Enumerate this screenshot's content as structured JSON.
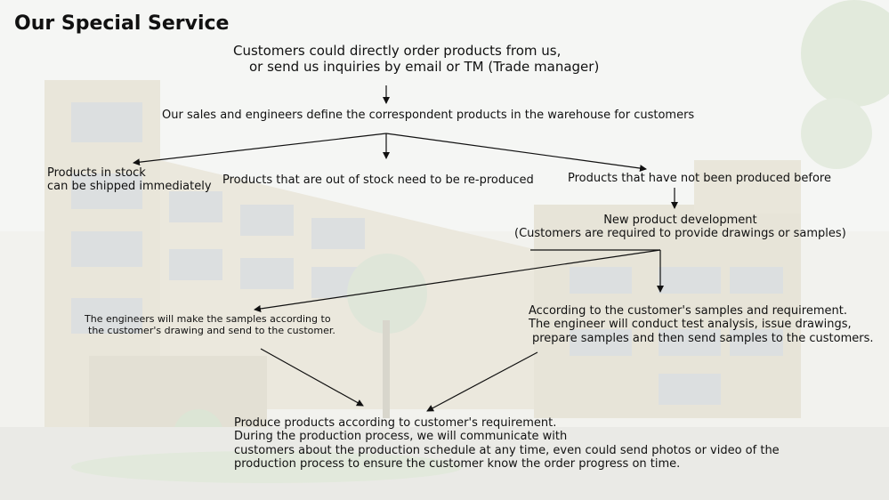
{
  "title": "Our Special Service",
  "steps": {
    "order": {
      "line1": "Customers could directly order products from us,",
      "line2": "or send us inquiries by email or TM (Trade manager)"
    },
    "define": "Our sales and engineers  define the correspondent products in the warehouse for customers",
    "in_stock": {
      "line1": "Products in stock",
      "line2": "can be shipped immediately"
    },
    "out_of_stock": "Products that are out of stock need to be re-produced",
    "not_produced": "Products that have not been produced before",
    "new_dev": {
      "line1": "New product development",
      "line2": "(Customers are required to provide drawings or samples)"
    },
    "engineers_samples": {
      "line1": "The engineers will make the samples according to",
      "line2": "the customer's drawing and send to the customer."
    },
    "test_analysis": {
      "line1": "According to the customer's samples and requirement.",
      "line2": "The engineer will conduct test analysis, issue drawings,",
      "line3": "prepare samples and then send samples to the customers."
    },
    "produce": {
      "line1": "Produce products according to customer's requirement.",
      "line2": "During the production process, we will communicate with",
      "line3": "customers about the production schedule at any time, even could send photos or video of the",
      "line4": "production process to ensure the customer know the order progress on time."
    }
  }
}
